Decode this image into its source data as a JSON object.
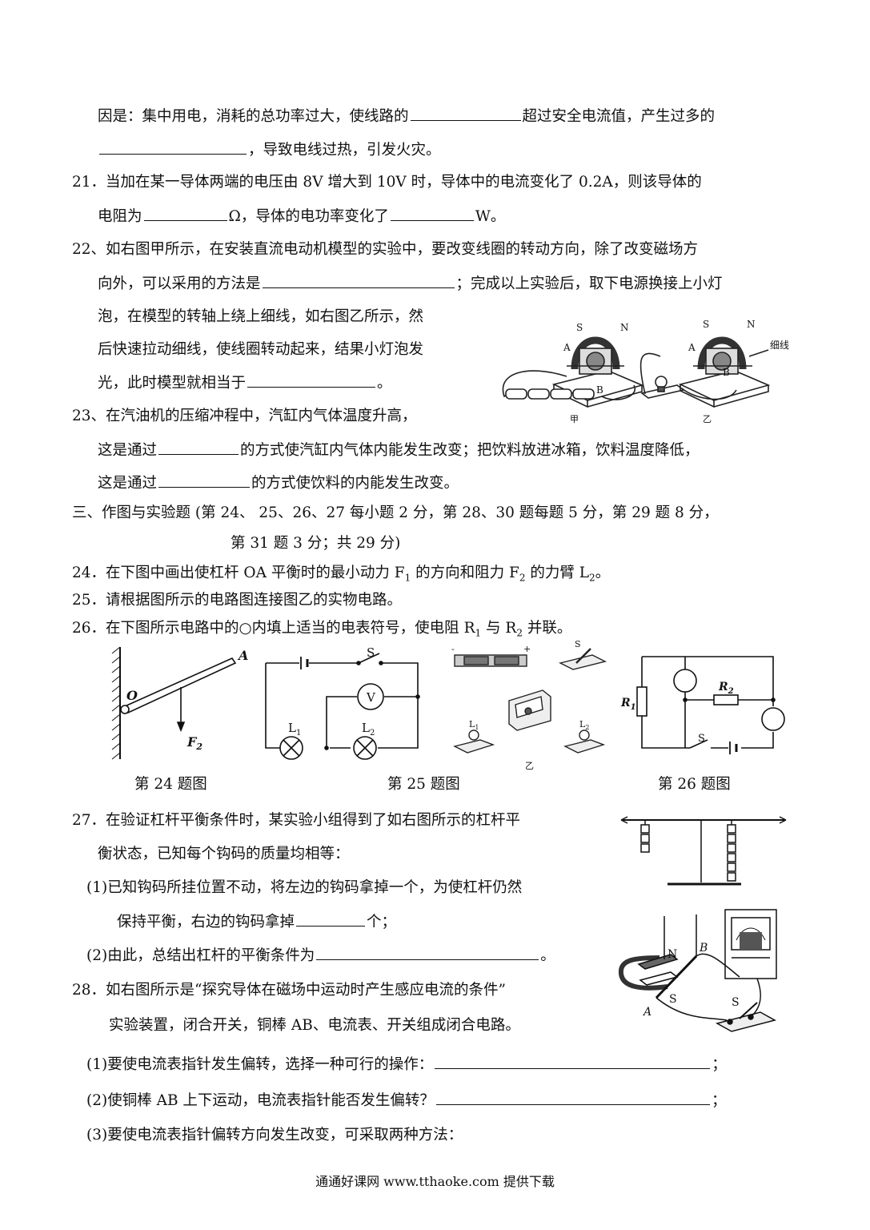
{
  "q20": {
    "line1_a": "因是：集中用电，消耗的总功率过大，使线路的",
    "line1_b": "超过安全电流值，产生过多的",
    "line2_b": "，导致电线过热，引发火灾。"
  },
  "q21": {
    "line1": "21．当加在某一导体两端的电压由 8V 增大到 10V 时，导体中的电流变化了 0.2A，则该导体的",
    "line2_a": "电阻为",
    "line2_b": "Ω，导体的电功率变化了",
    "line2_c": "W。"
  },
  "q22": {
    "line1": "22、如右图甲所示，在安装直流电动机模型的实验中，要改变线圈的转动方向，除了改变磁场方",
    "line2_a": "向外，可以采用的方法是",
    "line2_b": "；完成以上实验后，取下电源换接上小灯",
    "line3": "泡，在模型的转轴上绕上细线，如右图乙所示，然",
    "line4": "后快速拉动细线，使线圈转动起来，结果小灯泡发",
    "line5_a": "光，此时模型就相当于",
    "line5_b": "。"
  },
  "q23": {
    "line1": "23、在汽油机的压缩冲程中，汽缸内气体温度升高，",
    "line2_a": "这是通过",
    "line2_b": "的方式使汽缸内气体内能发生改变；把饮料放进冰箱，饮料温度降低，",
    "line3_a": "这是通过",
    "line3_b": "的方式使饮料的内能发生改变。"
  },
  "section3": {
    "line1": "三、作图与实验题   (第 24、 25、26、27 每小题 2 分，第 28、30 题每题 5 分，第 29 题 8 分，",
    "line2": "第 31 题 3 分；共 29 分)"
  },
  "q24": {
    "a": "24．在下图中画出使杠杆 OA 平衡时的最小动力 F",
    "s1": "1",
    "b": " 的方向和阻力 F",
    "s2": "2",
    "c": " 的力臂 L",
    "s3": "2",
    "d": "。"
  },
  "q25": {
    "text": "25．请根据图所示的电路图连接图乙的实物电路。"
  },
  "q26": {
    "a": "26．在下图所示电路中的○内填上适当的电表符号，使电阻 R",
    "s1": "1",
    "b": " 与 R",
    "s2": "2",
    "c": " 并联。"
  },
  "figures": {
    "motor_jia": "甲",
    "motor_yi": "乙",
    "motor_S": "S",
    "motor_N": "N",
    "motor_A": "A",
    "motor_B": "B",
    "motor_thread": "细线",
    "lever_O": "O",
    "lever_A": "A",
    "lever_F": "F",
    "lever_F_sub": "2",
    "c25_S": "S",
    "c25_V": "V",
    "c25_L": "L",
    "c25_L1_sub": "1",
    "c25_L2_sub": "2",
    "c25_minus": "-",
    "c25_plus": "+",
    "c25_yi": "乙",
    "c26_R": "R",
    "c26_R1_sub": "1",
    "c26_R2_sub": "2",
    "c26_S": "S",
    "q28_N": "N",
    "q28_B": "B",
    "q28_S": "S",
    "q28_A": "A",
    "caption24": "第 24 题图",
    "caption25": "第 25 题图",
    "caption26": "第 26 题图"
  },
  "q27": {
    "line1": "27．在验证杠杆平衡条件时，某实验小组得到了如右图所示的杠杆平",
    "line2": "衡状态，已知每个钩码的质量均相等：",
    "line3": "(1)已知钩码所挂位置不动，将左边的钩码拿掉一个，为使杠杆仍然",
    "line4_a": "保持平衡，右边的钩码拿掉",
    "line4_b": "个；",
    "line5_a": "(2)由此，总结出杠杆的平衡条件为",
    "line5_b": "。"
  },
  "q28": {
    "line1": "28．如右图所示是“探究导体在磁场中运动时产生感应电流的条件”",
    "line2": "实验装置，闭合开关，铜棒 AB、电流表、开关组成闭合电路。",
    "line3": "(1)要使电流表指针发生偏转，选择一种可行的操作：",
    "line3_end": "；",
    "line4": "(2)使铜棒 AB 上下运动，电流表指针能否发生偏转？",
    "line4_end": "；",
    "line5": "(3)要使电流表指针偏转方向发生改变，可采取两种方法："
  },
  "footer": "通通好课网 www.tthaoke.com 提供下载"
}
